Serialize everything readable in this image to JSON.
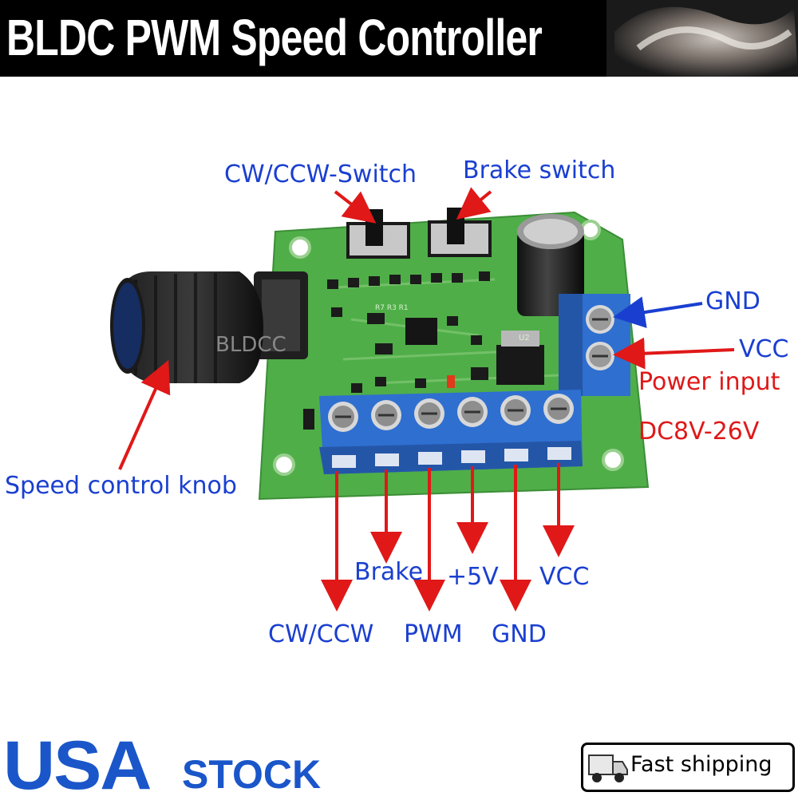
{
  "header": {
    "title": "BLDC PWM Speed Controller"
  },
  "board": {
    "watermark": "BLDCC"
  },
  "labels": {
    "cw_ccw_switch": "CW/CCW-Switch",
    "brake_switch": "Brake switch",
    "gnd_right": "GND",
    "vcc_right": "VCC",
    "power_input": "Power input",
    "voltage_range": "DC8V-26V",
    "speed_knob": "Speed control knob",
    "brake": "Brake",
    "plus5v": "+5V",
    "vcc_bottom": "VCC",
    "cw_ccw": "CW/CCW",
    "pwm": "PWM",
    "gnd_bottom": "GND"
  },
  "footer": {
    "usa": "USA",
    "stock": "STOCK",
    "shipping": "Fast shipping"
  },
  "colors": {
    "label_blue": "#1a3fd0",
    "label_red": "#e01818",
    "pcb_green": "#4fae48",
    "terminal_blue": "#2f6fd0",
    "usa_blue": "#1a56c9"
  }
}
